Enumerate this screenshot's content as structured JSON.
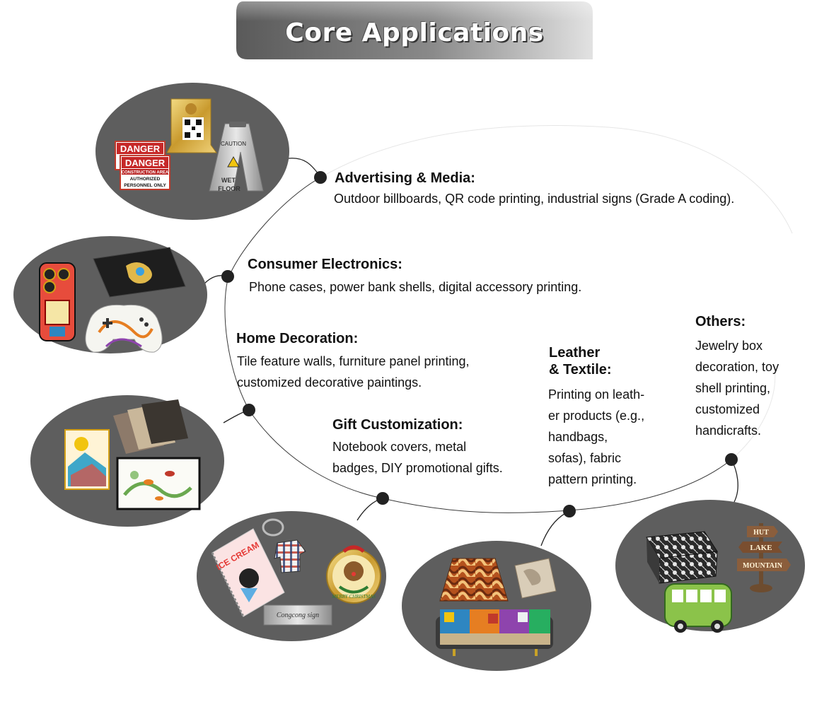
{
  "header": {
    "title": "Core Applications"
  },
  "colors": {
    "disc": "#5e5e5e",
    "dot": "#222222",
    "banner_dark": "#6b6b6b",
    "banner_light": "#d8d8d8",
    "text": "#111111"
  },
  "categories": [
    {
      "heading": "Advertising & Media:",
      "description": "Outdoor billboards, QR code printing, industrial signs (Grade A coding)."
    },
    {
      "heading": "Consumer Electronics:",
      "description": "Phone cases, power bank shells, digital accessory printing."
    },
    {
      "heading": "Home Decoration:",
      "description_lines": [
        "Tile feature walls, furniture panel printing,",
        "customized decorative paintings."
      ]
    },
    {
      "heading": "Gift Customization:",
      "description_lines": [
        "Notebook covers, metal",
        "badges, DIY promotional gifts."
      ]
    },
    {
      "heading_lines": [
        "Leather",
        "& Textile:"
      ],
      "description_lines": [
        "Printing on leath-",
        "er products (e.g.,",
        "handbags,",
        "sofas), fabric",
        "pattern printing."
      ]
    },
    {
      "heading": "Others:",
      "description_lines": [
        "Jewelry box",
        "decoration, toy",
        "shell printing,",
        "customized",
        "handicrafts."
      ]
    }
  ],
  "images": {
    "signs": {
      "danger_top": "DANGER",
      "danger_bottom": "DANGER",
      "construction": "CONSTRUCTION AREA",
      "authorized": "AUTHORIZED",
      "personnel": "PERSONNEL ONLY",
      "caution": "CAUTION",
      "wet": "WET",
      "floor": "FLOOR"
    },
    "notebook": {
      "cover": "ICE CREAM"
    },
    "badge": {
      "text": "MERRY CHRISTMAS"
    },
    "nameplate": {
      "text": "Congcong sign"
    },
    "signpost": {
      "hut": "HUT",
      "lake": "LAKE",
      "mountain": "MOUNTAIN"
    }
  }
}
